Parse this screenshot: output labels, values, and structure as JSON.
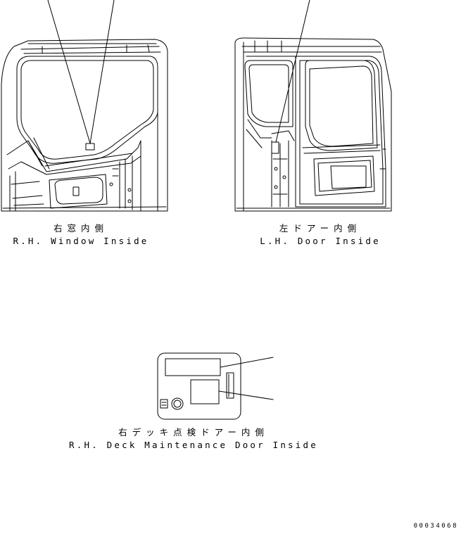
{
  "views": [
    {
      "id": "rh-window",
      "label_jp": "右窓内側",
      "label_en": "R.H. Window Inside"
    },
    {
      "id": "lh-door",
      "label_jp": "左ドアー内側",
      "label_en": "L.H. Door Inside"
    },
    {
      "id": "rh-deck-door",
      "label_jp": "右デッキ点検ドアー内側",
      "label_en": "R.H. Deck Maintenance Door Inside"
    }
  ],
  "drawing_number": "00034068"
}
